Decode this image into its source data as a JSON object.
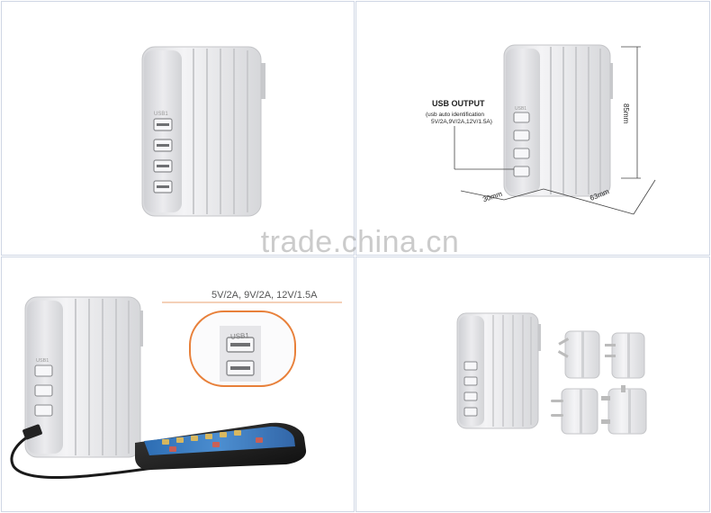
{
  "panels": {
    "top_right": {
      "usb_output_title": "USB OUTPUT",
      "usb_output_sub1": "(usb auto identification",
      "usb_output_sub2": "5V/2A,9V/2A,12V/1.5A)",
      "dim_height": "85mm",
      "dim_depth": "30mm",
      "dim_width": "63mm"
    },
    "bottom_left": {
      "spec_text": "5V/2A, 9V/2A, 12V/1.5A",
      "port_label": "USB1"
    },
    "bottom_right": {
      "plug_count": 4
    }
  },
  "watermark": "trade.china.cn",
  "colors": {
    "device_body": "#e8e8ea",
    "highlight_ring": "#e8803a",
    "panel_border": "#cfd6e4"
  }
}
